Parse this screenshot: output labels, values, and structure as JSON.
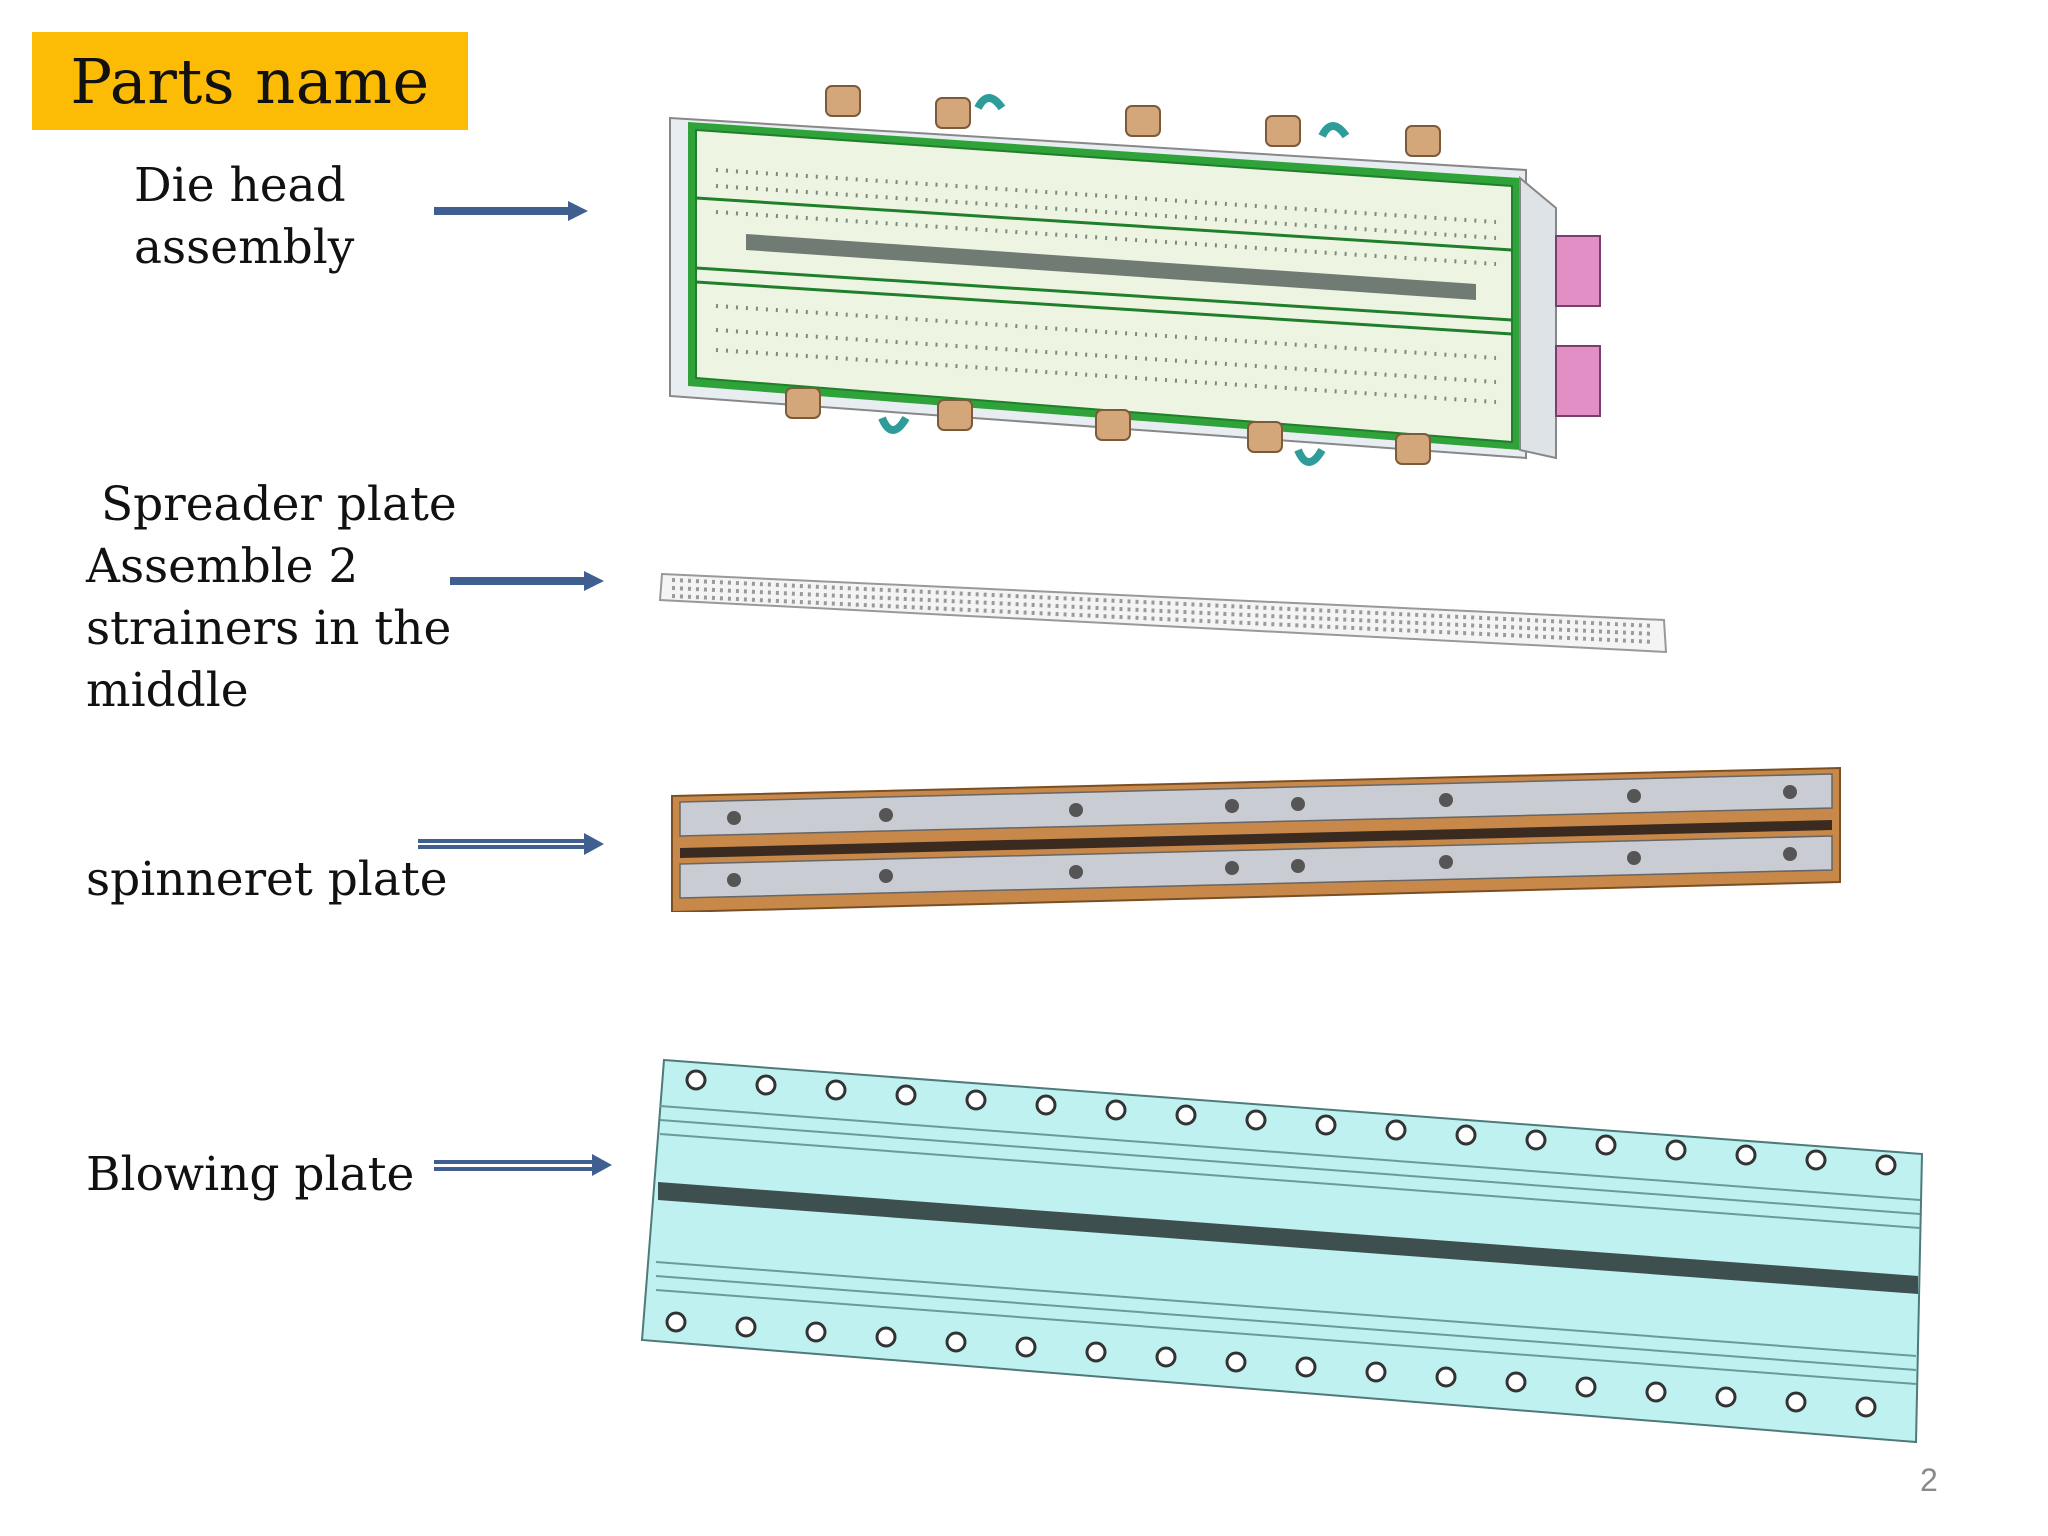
{
  "slide": {
    "title": "Parts name",
    "page_number": "2"
  },
  "parts": [
    {
      "label": "Die head\nassembly"
    },
    {
      "label": " Spreader plate\nAssemble 2\nstrainers in the\nmiddle"
    },
    {
      "label": "spinneret plate"
    },
    {
      "label": "Blowing plate"
    }
  ],
  "colors": {
    "title_bg": "#fcbc05",
    "arrow": "#3f5f90",
    "die_frame": "#2fa33a",
    "die_plate": "#eef4e2",
    "spinneret_frame": "#c8884a",
    "spinneret_plate": "#c9ccd2",
    "blowing_plate": "#bff1f1"
  }
}
